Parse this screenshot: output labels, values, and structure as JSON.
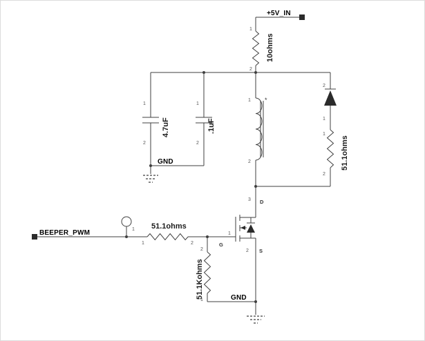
{
  "colors": {
    "wire": "#3f3f3f",
    "label": "#000000",
    "pin_text": "#555555"
  },
  "nets": {
    "vcc": "+5V_IN",
    "pwm": "BEEPER_PWM",
    "gnd_mid": "GND",
    "gnd_bottom": "GND"
  },
  "components": {
    "r_pullup": {
      "value": "10ohms",
      "pin_top": "1",
      "pin_bottom": "2"
    },
    "c_bulk": {
      "value": "4.7uF",
      "pin_top": "1",
      "pin_bottom": "2"
    },
    "c_bypass": {
      "value": ".1uF",
      "pin_top": "1",
      "pin_bottom": "2"
    },
    "coil": {
      "pin_top": "1",
      "pin_bottom": "2",
      "polarity_mark": "*"
    },
    "diode": {
      "pin_top": "2",
      "pin_bottom": "1"
    },
    "r_damp": {
      "value": "51.1ohms",
      "pin_top": "1",
      "pin_bottom": "2"
    },
    "r_gate": {
      "value": "51.1ohms",
      "pin_left": "1",
      "pin_right": "2"
    },
    "r_pulldown": {
      "value": "51.1Kohms",
      "pin_top": "2",
      "pin_bottom": "1"
    },
    "mosfet": {
      "pin_drain": "3",
      "drain_label": "D",
      "pin_gate": "1",
      "gate_label": "G",
      "pin_source": "2",
      "source_label": "S"
    },
    "testpoint": {
      "pin": "1"
    }
  }
}
